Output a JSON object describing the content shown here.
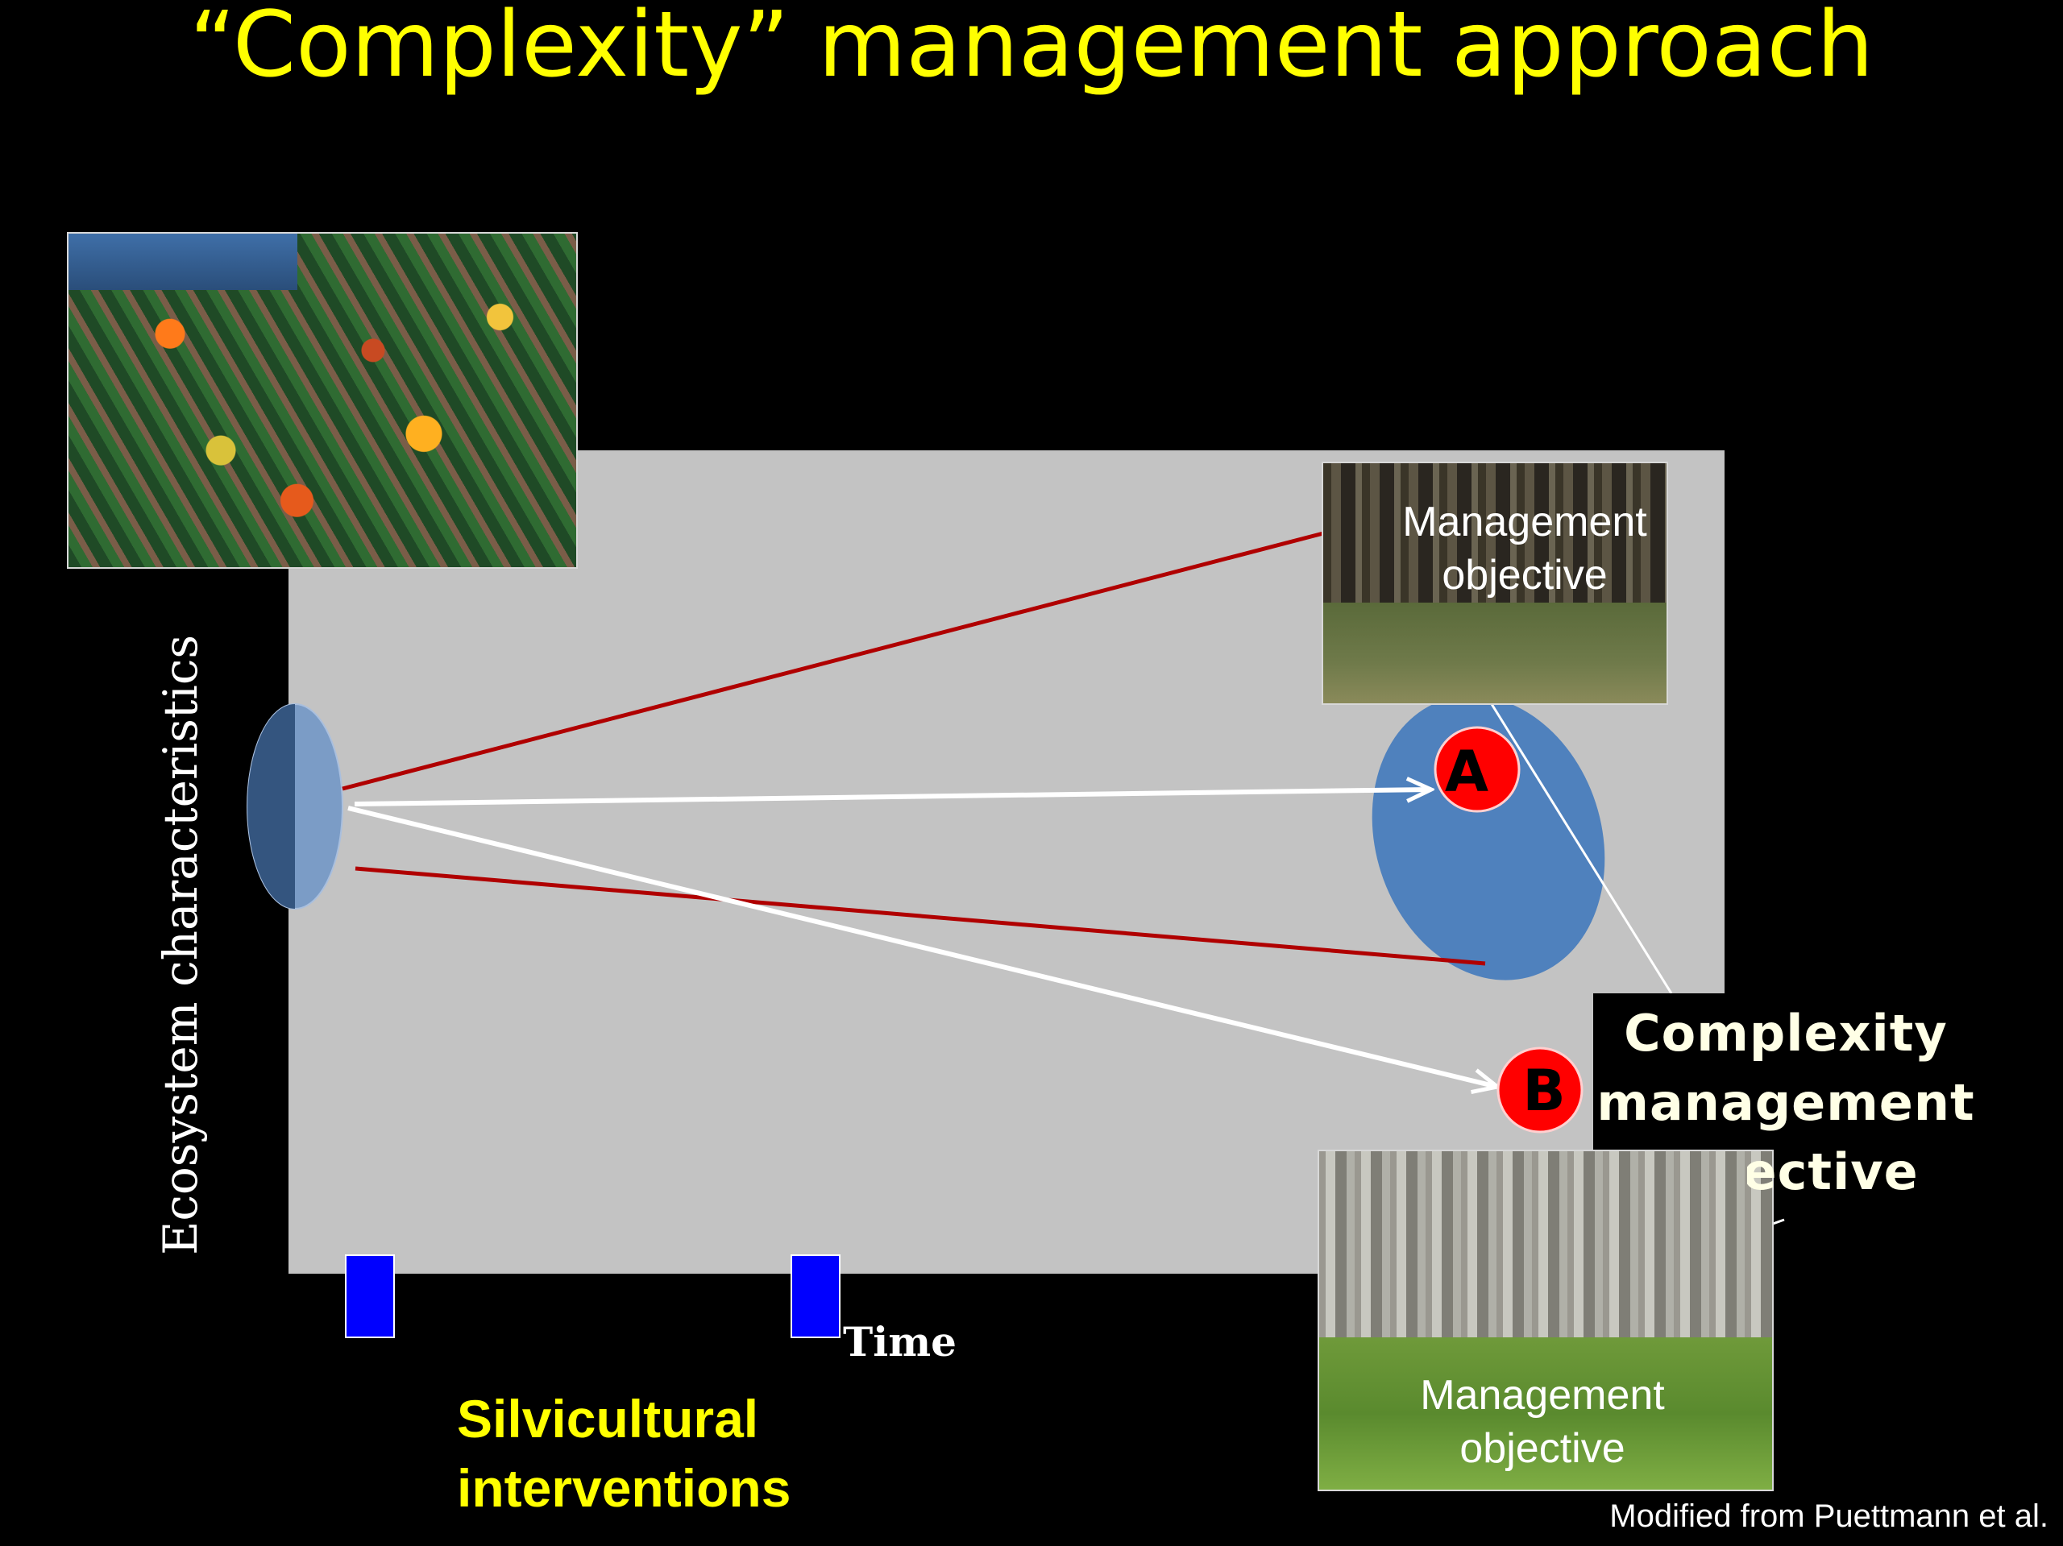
{
  "title": "“Complexity” management approach",
  "axes": {
    "y_label": "Ecosystem characteristics",
    "x_label": "Time"
  },
  "interventions_label": [
    "Silvicultural",
    "interventions"
  ],
  "photo_labels": {
    "top": [
      "Management",
      "objective"
    ],
    "bottom": [
      "Management",
      "objective"
    ]
  },
  "markers": {
    "a": "A",
    "b": "B"
  },
  "complexity_label": [
    "Complexity",
    "management",
    "objective"
  ],
  "credit": "Modified from Puettmann et al.",
  "colors": {
    "title": "#ffff00",
    "plot_background": "#c3c3c3",
    "red_line": "#b00000",
    "ellipse": "#4f81bd",
    "marker": "#ff0000",
    "intervention": "#0000ff"
  }
}
